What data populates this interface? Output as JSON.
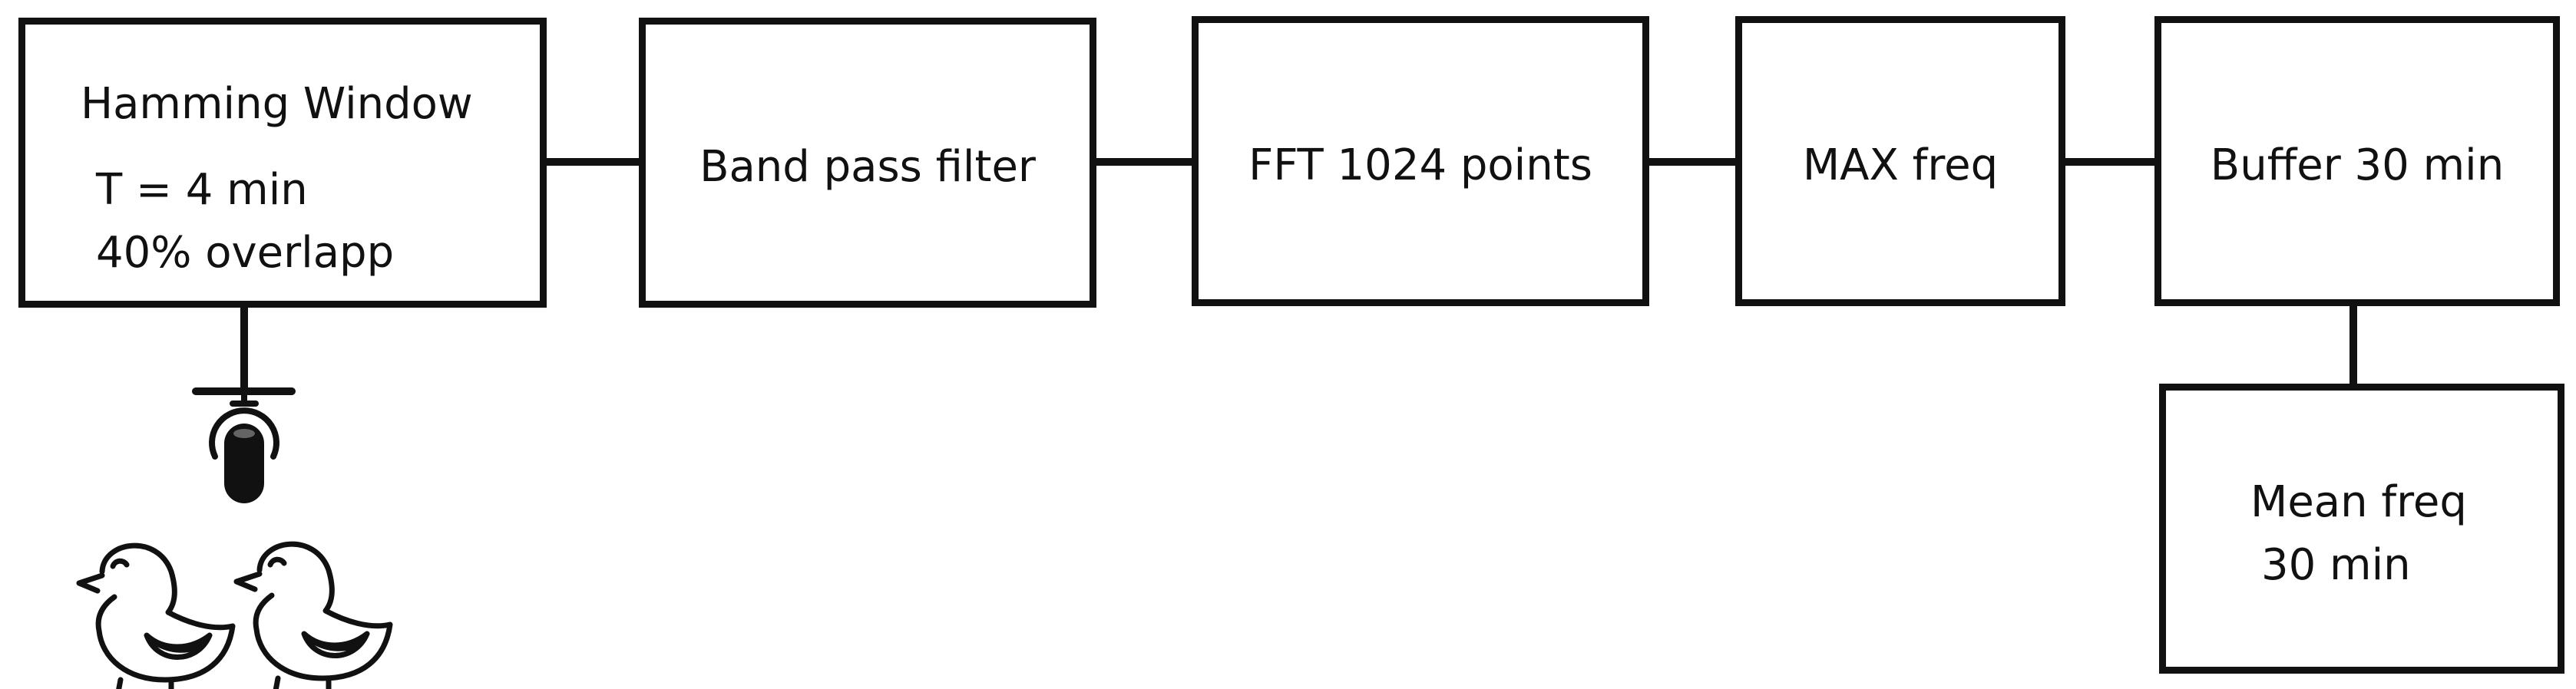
{
  "blocks": {
    "hamming": {
      "title": "Hamming Window",
      "line1": "T = 4 min",
      "line2": "40% overlapp"
    },
    "bandpass": {
      "label": "Band pass filter"
    },
    "fft": {
      "label": "FFT 1024 points"
    },
    "maxfreq": {
      "label": "MAX freq"
    },
    "buffer": {
      "label": "Buffer 30 min"
    },
    "meanfreq": {
      "line1": "Mean freq",
      "line2": "30 min"
    }
  },
  "icons": [
    "microphone-icon",
    "chick-icon",
    "chick-icon"
  ]
}
